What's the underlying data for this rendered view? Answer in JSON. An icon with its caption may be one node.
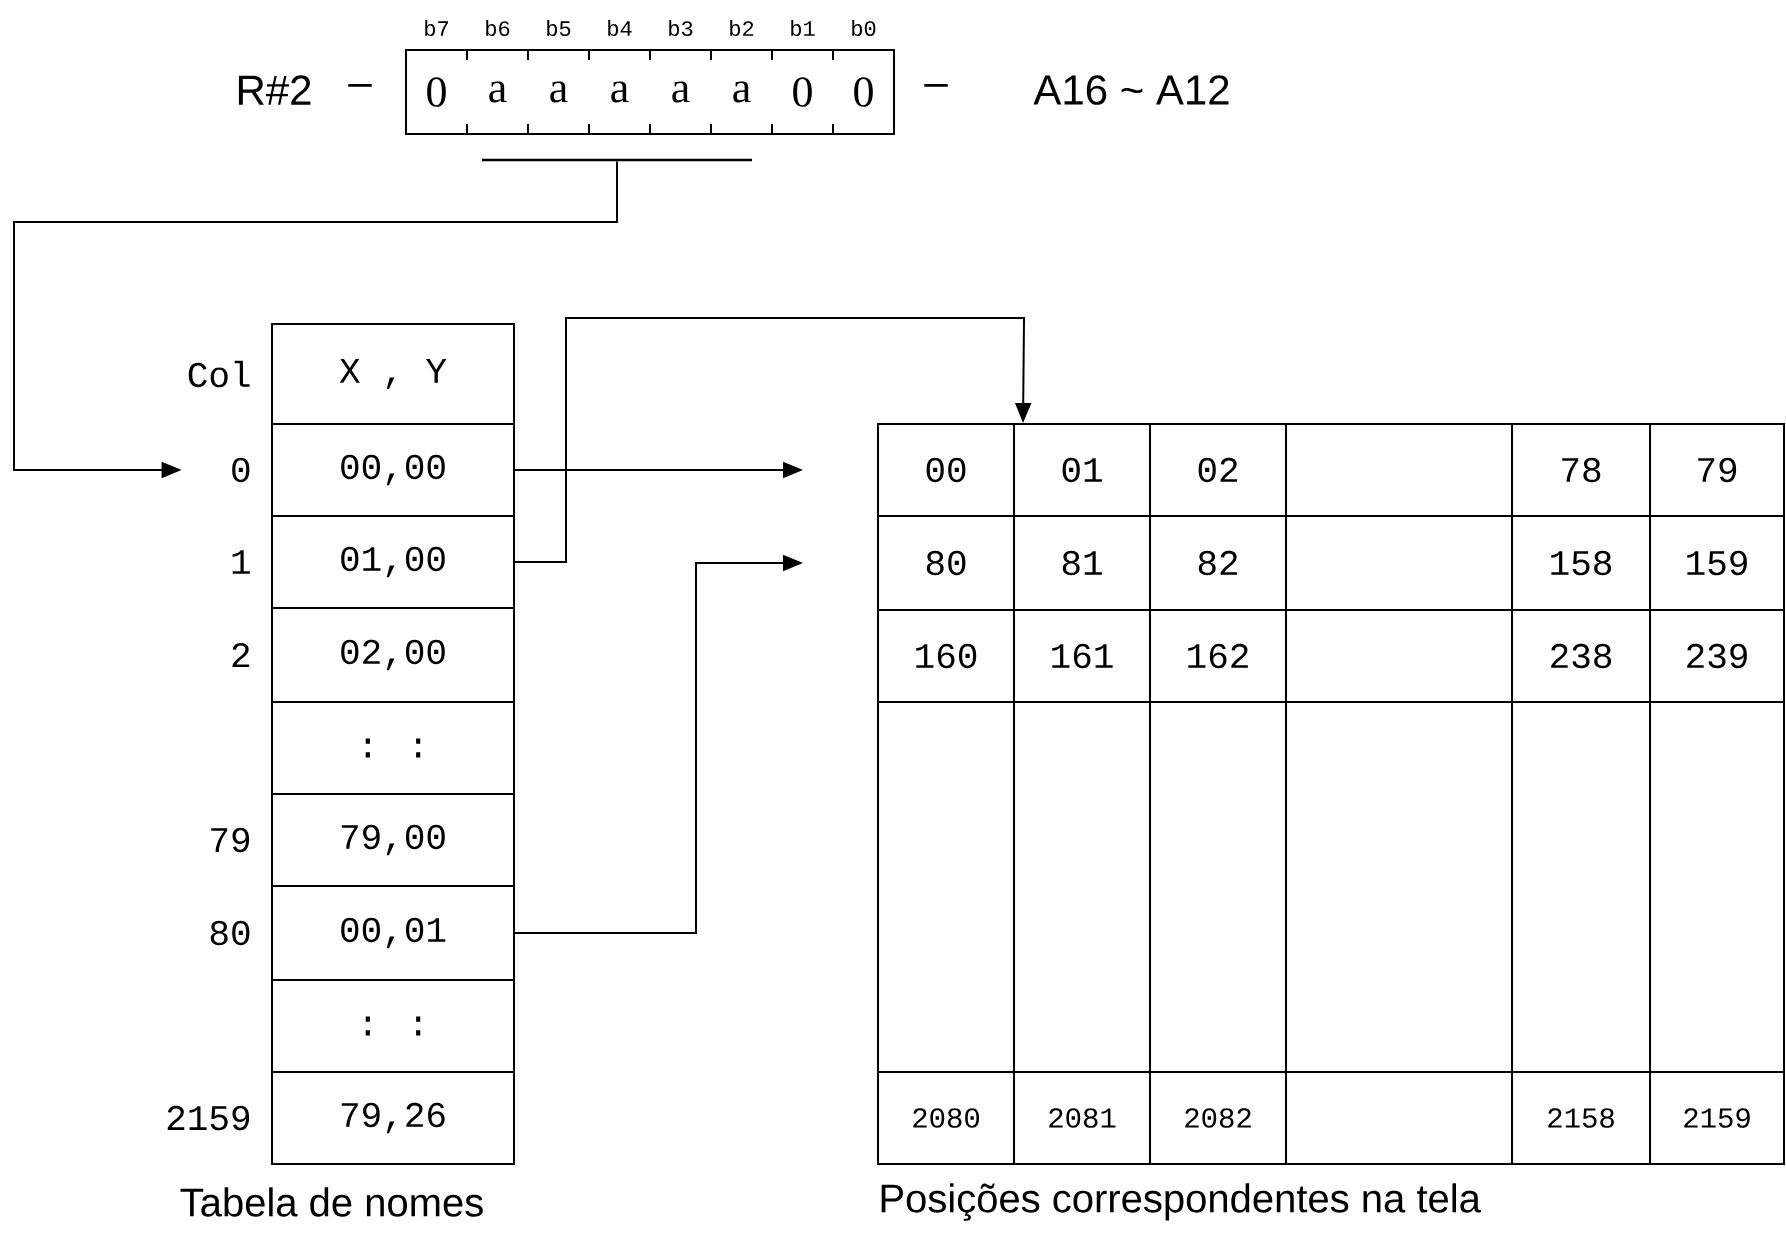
{
  "diagram": {
    "nodes": [
      {
        "text": [
          "0"
        ]
      },
      {
        "text": [
          "a"
        ]
      },
      {
        "text": [
          "a"
        ]
      },
      {
        "text": [
          "a"
        ]
      },
      {
        "text": [
          "a"
        ]
      },
      {
        "text": [
          "a"
        ]
      },
      {
        "text": [
          "0"
        ]
      },
      {
        "text": [
          "0"
        ]
      },
      {
        "text": [],
        "shape": "bar"
      },
      {
        "text": [
          "Col"
        ]
      },
      {
        "text": [
          "X , Y"
        ]
      },
      {
        "text": [
          "0"
        ]
      },
      {
        "text": [
          "00,00"
        ]
      },
      {
        "text": [
          "1"
        ]
      },
      {
        "text": [
          "01,00"
        ]
      },
      {
        "text": [
          "2"
        ]
      },
      {
        "text": [
          "02,00"
        ]
      },
      {
        "text": [
          ": :"
        ]
      },
      {
        "text": [
          "79"
        ]
      },
      {
        "text": [
          "79,00"
        ]
      },
      {
        "text": [
          "80"
        ]
      },
      {
        "text": [
          "00,01"
        ]
      },
      {
        "text": [
          ": :"
        ]
      },
      {
        "text": [
          "2159"
        ]
      },
      {
        "text": [
          "79,26"
        ]
      },
      {
        "text": [
          "00"
        ]
      },
      {
        "text": [
          "01"
        ]
      },
      {
        "text": [
          "02"
        ]
      },
      {
        "text": [],
        "shape": "box"
      },
      {
        "text": [
          "78"
        ]
      },
      {
        "text": [
          "79"
        ]
      },
      {
        "text": [
          "80"
        ]
      },
      {
        "text": [
          "81"
        ]
      },
      {
        "text": [
          "82"
        ]
      },
      {
        "text": [],
        "shape": "box"
      },
      {
        "text": [
          "158"
        ]
      },
      {
        "text": [
          "159"
        ]
      },
      {
        "text": [
          "160"
        ]
      },
      {
        "text": [
          "161"
        ]
      },
      {
        "text": [
          "162"
        ]
      },
      {
        "text": [],
        "shape": "box"
      },
      {
        "text": [
          "238"
        ]
      },
      {
        "text": [
          "239"
        ]
      },
      {
        "text": [],
        "shape": "box"
      },
      {
        "text": [],
        "shape": "box"
      },
      {
        "text": [],
        "shape": "box"
      },
      {
        "text": [],
        "shape": "box"
      },
      {
        "text": [],
        "shape": "box"
      },
      {
        "text": [],
        "shape": "box"
      },
      {
        "text": [
          "2080"
        ]
      },
      {
        "text": [
          "2081"
        ]
      },
      {
        "text": [
          "2082"
        ]
      },
      {
        "text": [],
        "shape": "box"
      },
      {
        "text": [
          "2158"
        ]
      },
      {
        "text": [
          "2159"
        ]
      }
    ],
    "edges": [
      {
        "from": 8,
        "to": 11,
        "arrow": "to"
      },
      {
        "from": 12,
        "to": 25,
        "arrow": "to"
      },
      {
        "from": 14,
        "to": 26,
        "arrow": "to"
      },
      {
        "from": 21,
        "to": 31,
        "arrow": "to"
      }
    ],
    "labels": [
      "b7",
      "b6",
      "b5",
      "b4",
      "b3",
      "b2",
      "b1",
      "b0",
      "R#2",
      "–",
      "–",
      "A16 ~ A12",
      "Tabela de nomes",
      "Posições correspondentes na tela"
    ]
  }
}
